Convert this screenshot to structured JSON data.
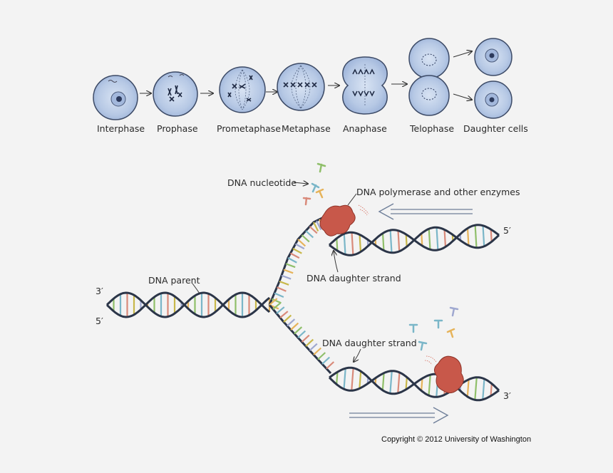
{
  "mitosis": {
    "stages": [
      {
        "key": "interphase",
        "label": "Interphase"
      },
      {
        "key": "prophase",
        "label": "Prophase"
      },
      {
        "key": "prometaphase",
        "label": "Prometaphase"
      },
      {
        "key": "metaphase",
        "label": "Metaphase"
      },
      {
        "key": "anaphase",
        "label": "Anaphase"
      },
      {
        "key": "telophase",
        "label": "Telophase"
      },
      {
        "key": "daughter",
        "label": "Daughter cells"
      }
    ]
  },
  "replication": {
    "nucleotide_label": "DNA nucleotide",
    "polymerase_label": "DNA polymerase and other enzymes",
    "parent_label": "DNA parent",
    "daughter_upper_label": "DNA daughter strand",
    "daughter_lower_label": "DNA daughter strand",
    "end_3_left": "3′",
    "end_5_left": "5′",
    "end_5_right": "5′",
    "end_3_right": "3′"
  },
  "colors": {
    "cell_fill": "#b9cbe6",
    "cell_stroke": "#3c4a66",
    "backbone": "#2b3548",
    "enzyme": "#c8584a",
    "arrow": "#6f7f99",
    "base_colors": [
      "#e6b35a",
      "#8fbf6a",
      "#7ab6c8",
      "#d98a7a",
      "#c8b84a",
      "#9fa8d0"
    ]
  },
  "copyright": "Copyright © 2012 University of Washington"
}
